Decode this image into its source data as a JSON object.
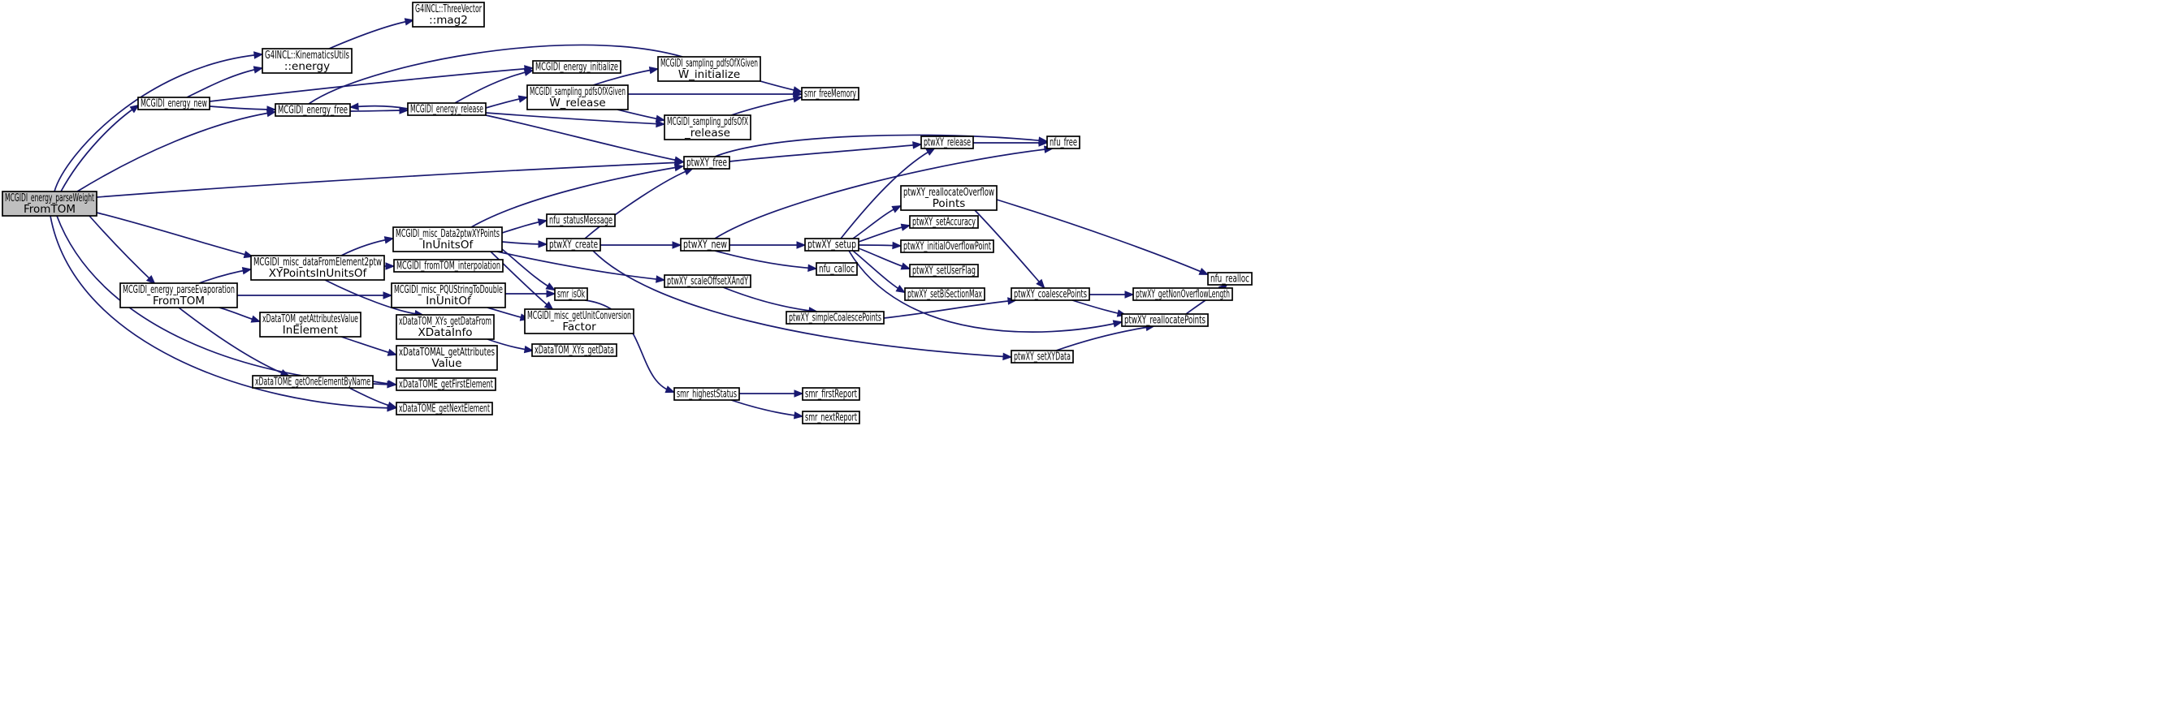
{
  "graph": {
    "title": "MCGIDI_energy_parseWeightFromTOM call graph",
    "colors": {
      "edge": "#191970",
      "root_fill": "#bfbfbf",
      "node_fill": "#ffffff",
      "node_border": "#000000"
    },
    "nodes": [
      {
        "id": "root",
        "lines": [
          "MCGIDI_energy_parseWeight",
          "FromTOM"
        ]
      },
      {
        "id": "energy_new",
        "lines": [
          "MCGIDI_energy_new"
        ]
      },
      {
        "id": "kin_energy",
        "lines": [
          "G4INCL::KinematicsUtils",
          "::energy"
        ]
      },
      {
        "id": "threevector_mag2",
        "lines": [
          "G4INCL::ThreeVector",
          "::mag2"
        ]
      },
      {
        "id": "energy_initialize",
        "lines": [
          "MCGIDI_energy_initialize"
        ]
      },
      {
        "id": "energy_free",
        "lines": [
          "MCGIDI_energy_free"
        ]
      },
      {
        "id": "energy_release",
        "lines": [
          "MCGIDI_energy_release"
        ]
      },
      {
        "id": "sampling_w_initialize",
        "lines": [
          "MCGIDI_sampling_pdfsOfXGiven",
          "W_initialize"
        ]
      },
      {
        "id": "sampling_w_release",
        "lines": [
          "MCGIDI_sampling_pdfsOfXGiven",
          "W_release"
        ]
      },
      {
        "id": "smr_freeMemory",
        "lines": [
          "smr_freeMemory"
        ]
      },
      {
        "id": "sampling_x_release",
        "lines": [
          "MCGIDI_sampling_pdfsOfX",
          "_release"
        ]
      },
      {
        "id": "ptwXY_free",
        "lines": [
          "ptwXY_free"
        ]
      },
      {
        "id": "ptwXY_release",
        "lines": [
          "ptwXY_release"
        ]
      },
      {
        "id": "nfu_free",
        "lines": [
          "nfu_free"
        ]
      },
      {
        "id": "data2ptwXY",
        "lines": [
          "MCGIDI_misc_Data2ptwXYPoints",
          "InUnitsOf"
        ]
      },
      {
        "id": "nfu_statusMessage",
        "lines": [
          "nfu_statusMessage"
        ]
      },
      {
        "id": "ptwXY_create",
        "lines": [
          "ptwXY_create"
        ]
      },
      {
        "id": "ptwXY_new",
        "lines": [
          "ptwXY_new"
        ]
      },
      {
        "id": "ptwXY_setup",
        "lines": [
          "ptwXY_setup"
        ]
      },
      {
        "id": "ptwXY_reallocateOverflow",
        "lines": [
          "ptwXY_reallocateOverflow",
          "Points"
        ]
      },
      {
        "id": "ptwXY_setAccuracy",
        "lines": [
          "ptwXY_setAccuracy"
        ]
      },
      {
        "id": "ptwXY_initialOverflowPoint",
        "lines": [
          "ptwXY_initialOverflowPoint"
        ]
      },
      {
        "id": "ptwXY_setUserFlag",
        "lines": [
          "ptwXY_setUserFlag"
        ]
      },
      {
        "id": "ptwXY_setBiSectionMax",
        "lines": [
          "ptwXY_setBiSectionMax"
        ]
      },
      {
        "id": "nfu_calloc",
        "lines": [
          "nfu_calloc"
        ]
      },
      {
        "id": "nfu_realloc",
        "lines": [
          "nfu_realloc"
        ]
      },
      {
        "id": "ptwXY_coalescePoints",
        "lines": [
          "ptwXY_coalescePoints"
        ]
      },
      {
        "id": "ptwXY_getNonOverflowLength",
        "lines": [
          "ptwXY_getNonOverflowLength"
        ]
      },
      {
        "id": "ptwXY_reallocatePoints",
        "lines": [
          "ptwXY_reallocatePoints"
        ]
      },
      {
        "id": "ptwXY_setXYData",
        "lines": [
          "ptwXY_setXYData"
        ]
      },
      {
        "id": "ptwXY_scaleOffsetXAndY",
        "lines": [
          "ptwXY_scaleOffsetXAndY"
        ]
      },
      {
        "id": "ptwXY_simpleCoalescePoints",
        "lines": [
          "ptwXY_simpleCoalescePoints"
        ]
      },
      {
        "id": "dataFromElement",
        "lines": [
          "MCGIDI_misc_dataFromElement2ptw",
          "XYPointsInUnitsOf"
        ]
      },
      {
        "id": "fromTOM_interpolation",
        "lines": [
          "MCGIDI_fromTOM_interpolation"
        ]
      },
      {
        "id": "parseEvaporation",
        "lines": [
          "MCGIDI_energy_parseEvaporation",
          "FromTOM"
        ]
      },
      {
        "id": "PQUString",
        "lines": [
          "MCGIDI_misc_PQUStringToDouble",
          "InUnitOf"
        ]
      },
      {
        "id": "smr_isOk",
        "lines": [
          "smr_isOk"
        ]
      },
      {
        "id": "getUnitConversion",
        "lines": [
          "MCGIDI_misc_getUnitConversion",
          "Factor"
        ]
      },
      {
        "id": "getDataFromXDataInfo",
        "lines": [
          "xDataTOM_XYs_getDataFrom",
          "XDataInfo"
        ]
      },
      {
        "id": "xys_getData",
        "lines": [
          "xDataTOM_XYs_getData"
        ]
      },
      {
        "id": "getAttributesValueInElement",
        "lines": [
          "xDataTOM_getAttributesValue",
          "InElement"
        ]
      },
      {
        "id": "toml_getAttributesValue",
        "lines": [
          "xDataTOMAL_getAttributes",
          "Value"
        ]
      },
      {
        "id": "getOneElementByName",
        "lines": [
          "xDataTOME_getOneElementByName"
        ]
      },
      {
        "id": "getFirstElement",
        "lines": [
          "xDataTOME_getFirstElement"
        ]
      },
      {
        "id": "getNextElement",
        "lines": [
          "xDataTOME_getNextElement"
        ]
      },
      {
        "id": "smr_highestStatus",
        "lines": [
          "smr_highestStatus"
        ]
      },
      {
        "id": "smr_firstReport",
        "lines": [
          "smr_firstReport"
        ]
      },
      {
        "id": "smr_nextReport",
        "lines": [
          "smr_nextReport"
        ]
      }
    ],
    "edges": [
      [
        "root",
        "kin_energy"
      ],
      [
        "root",
        "energy_new"
      ],
      [
        "root",
        "energy_free"
      ],
      [
        "root",
        "ptwXY_free"
      ],
      [
        "root",
        "dataFromElement"
      ],
      [
        "root",
        "parseEvaporation"
      ],
      [
        "root",
        "getFirstElement"
      ],
      [
        "root",
        "getNextElement"
      ],
      [
        "energy_new",
        "kin_energy"
      ],
      [
        "energy_new",
        "energy_initialize"
      ],
      [
        "energy_new",
        "energy_free"
      ],
      [
        "kin_energy",
        "threevector_mag2"
      ],
      [
        "energy_free",
        "smr_freeMemory"
      ],
      [
        "energy_free",
        "energy_release"
      ],
      [
        "energy_release",
        "energy_free"
      ],
      [
        "energy_release",
        "energy_initialize"
      ],
      [
        "energy_release",
        "sampling_w_release"
      ],
      [
        "energy_release",
        "sampling_x_release"
      ],
      [
        "energy_release",
        "ptwXY_free"
      ],
      [
        "sampling_w_release",
        "sampling_w_initialize"
      ],
      [
        "sampling_w_release",
        "smr_freeMemory"
      ],
      [
        "sampling_w_release",
        "sampling_x_release"
      ],
      [
        "sampling_x_release",
        "smr_freeMemory"
      ],
      [
        "ptwXY_free",
        "ptwXY_release"
      ],
      [
        "ptwXY_free",
        "nfu_free"
      ],
      [
        "ptwXY_release",
        "nfu_free"
      ],
      [
        "data2ptwXY",
        "ptwXY_free"
      ],
      [
        "data2ptwXY",
        "nfu_statusMessage"
      ],
      [
        "data2ptwXY",
        "ptwXY_create"
      ],
      [
        "data2ptwXY",
        "ptwXY_scaleOffsetXAndY"
      ],
      [
        "data2ptwXY",
        "smr_isOk"
      ],
      [
        "data2ptwXY",
        "getUnitConversion"
      ],
      [
        "ptwXY_create",
        "ptwXY_free"
      ],
      [
        "ptwXY_create",
        "ptwXY_new"
      ],
      [
        "ptwXY_create",
        "ptwXY_setXYData"
      ],
      [
        "ptwXY_new",
        "nfu_free"
      ],
      [
        "ptwXY_new",
        "ptwXY_setup"
      ],
      [
        "ptwXY_new",
        "nfu_calloc"
      ],
      [
        "ptwXY_setup",
        "ptwXY_release"
      ],
      [
        "ptwXY_setup",
        "ptwXY_reallocateOverflow"
      ],
      [
        "ptwXY_setup",
        "ptwXY_setAccuracy"
      ],
      [
        "ptwXY_setup",
        "ptwXY_initialOverflowPoint"
      ],
      [
        "ptwXY_setup",
        "ptwXY_setUserFlag"
      ],
      [
        "ptwXY_setup",
        "ptwXY_setBiSectionMax"
      ],
      [
        "ptwXY_setup",
        "ptwXY_reallocatePoints"
      ],
      [
        "ptwXY_reallocateOverflow",
        "nfu_realloc"
      ],
      [
        "ptwXY_reallocateOverflow",
        "ptwXY_coalescePoints"
      ],
      [
        "ptwXY_coalescePoints",
        "ptwXY_getNonOverflowLength"
      ],
      [
        "ptwXY_coalescePoints",
        "ptwXY_reallocatePoints"
      ],
      [
        "ptwXY_reallocatePoints",
        "nfu_realloc"
      ],
      [
        "ptwXY_setXYData",
        "ptwXY_reallocatePoints"
      ],
      [
        "ptwXY_scaleOffsetXAndY",
        "ptwXY_simpleCoalescePoints"
      ],
      [
        "ptwXY_simpleCoalescePoints",
        "ptwXY_coalescePoints"
      ],
      [
        "dataFromElement",
        "data2ptwXY"
      ],
      [
        "dataFromElement",
        "fromTOM_interpolation"
      ],
      [
        "dataFromElement",
        "getDataFromXDataInfo"
      ],
      [
        "parseEvaporation",
        "dataFromElement"
      ],
      [
        "parseEvaporation",
        "PQUString"
      ],
      [
        "parseEvaporation",
        "getAttributesValueInElement"
      ],
      [
        "parseEvaporation",
        "getOneElementByName"
      ],
      [
        "PQUString",
        "smr_isOk"
      ],
      [
        "PQUString",
        "getUnitConversion"
      ],
      [
        "getDataFromXDataInfo",
        "xys_getData"
      ],
      [
        "getAttributesValueInElement",
        "toml_getAttributesValue"
      ],
      [
        "getOneElementByName",
        "getFirstElement"
      ],
      [
        "getOneElementByName",
        "getNextElement"
      ],
      [
        "smr_isOk",
        "smr_highestStatus"
      ],
      [
        "smr_highestStatus",
        "smr_firstReport"
      ],
      [
        "smr_highestStatus",
        "smr_nextReport"
      ]
    ]
  }
}
